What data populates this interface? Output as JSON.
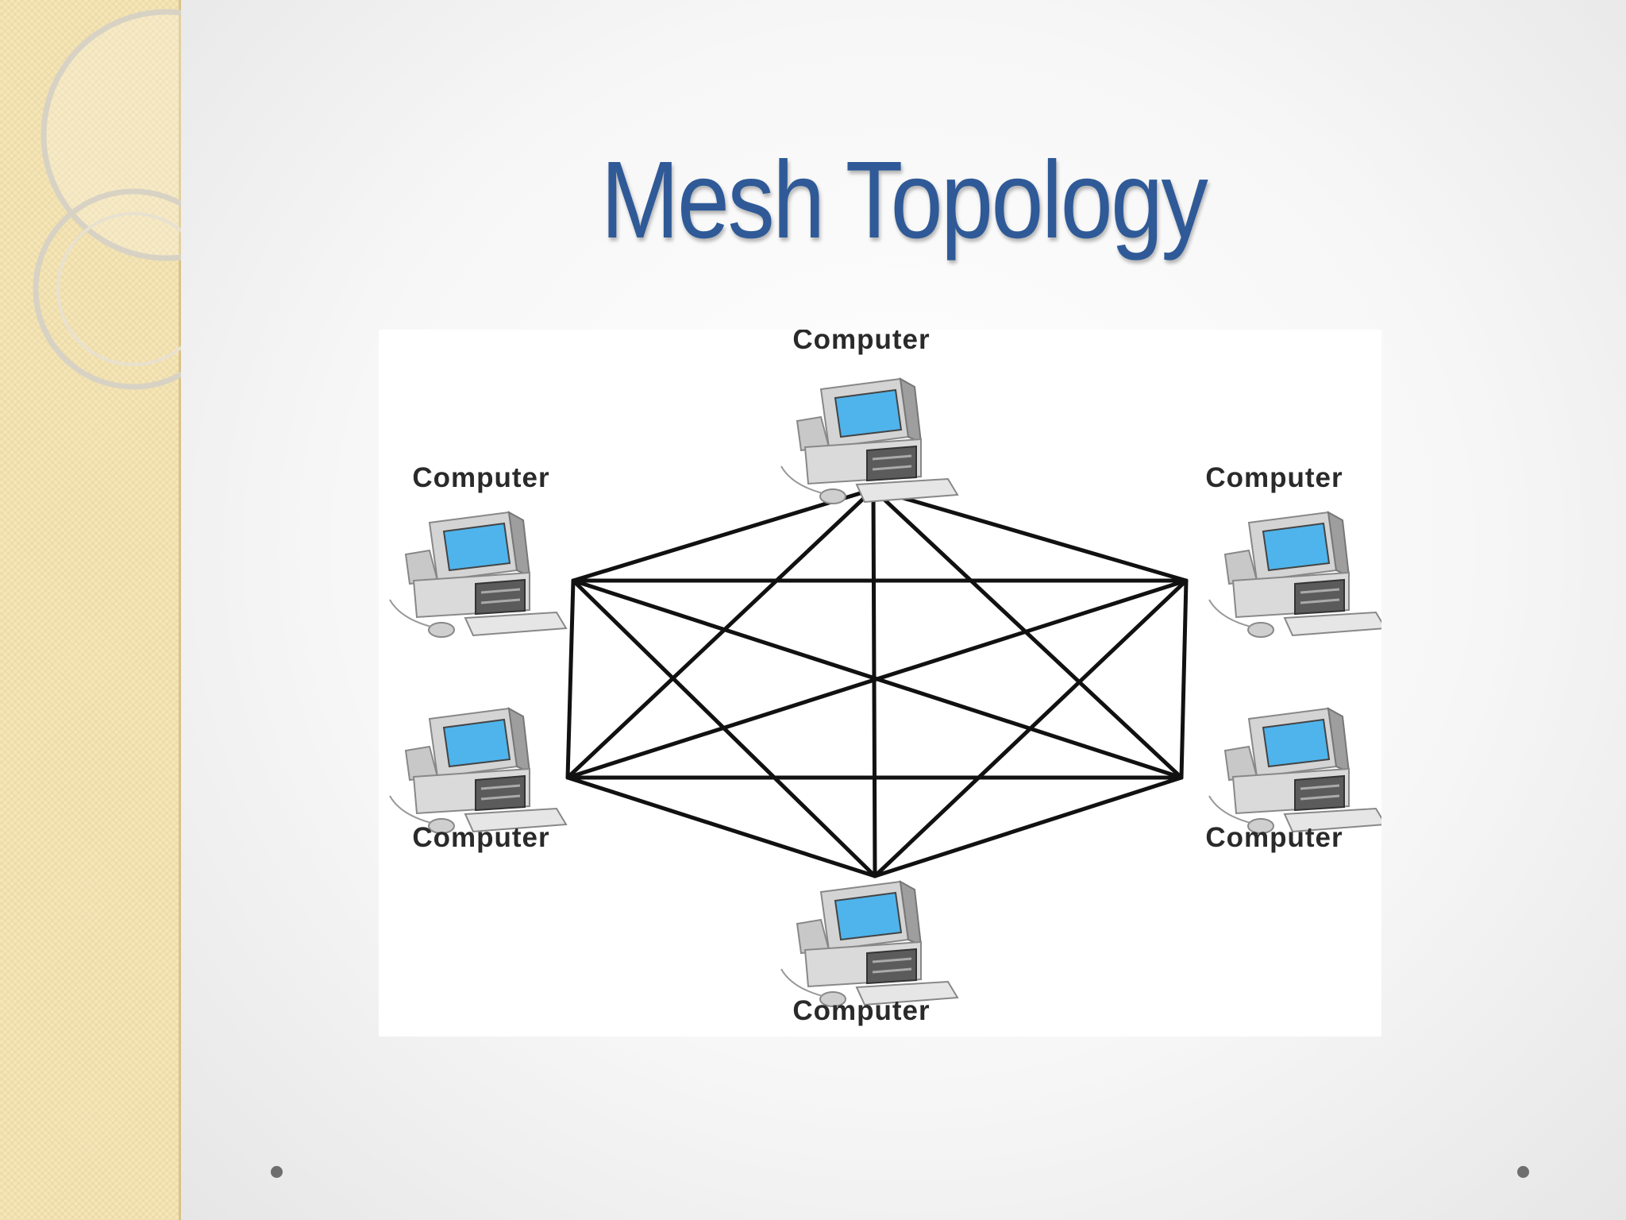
{
  "slide": {
    "title": "Mesh Topology"
  },
  "diagram": {
    "nodes": [
      {
        "id": "top",
        "label": "Computer"
      },
      {
        "id": "upper-left",
        "label": "Computer"
      },
      {
        "id": "upper-right",
        "label": "Computer"
      },
      {
        "id": "lower-left",
        "label": "Computer"
      },
      {
        "id": "lower-right",
        "label": "Computer"
      },
      {
        "id": "bottom",
        "label": "Computer"
      }
    ],
    "links": [
      [
        "top",
        "upper-left"
      ],
      [
        "top",
        "upper-right"
      ],
      [
        "top",
        "lower-left"
      ],
      [
        "top",
        "lower-right"
      ],
      [
        "top",
        "bottom"
      ],
      [
        "upper-left",
        "upper-right"
      ],
      [
        "upper-left",
        "lower-left"
      ],
      [
        "upper-left",
        "lower-right"
      ],
      [
        "upper-left",
        "bottom"
      ],
      [
        "upper-right",
        "lower-left"
      ],
      [
        "upper-right",
        "lower-right"
      ],
      [
        "upper-right",
        "bottom"
      ],
      [
        "lower-left",
        "lower-right"
      ],
      [
        "lower-left",
        "bottom"
      ],
      [
        "lower-right",
        "bottom"
      ]
    ]
  },
  "colors": {
    "title": "#2f5a97",
    "side_band": "#f5e6b8",
    "link": "#111111",
    "screen": "#4fb4ec"
  }
}
